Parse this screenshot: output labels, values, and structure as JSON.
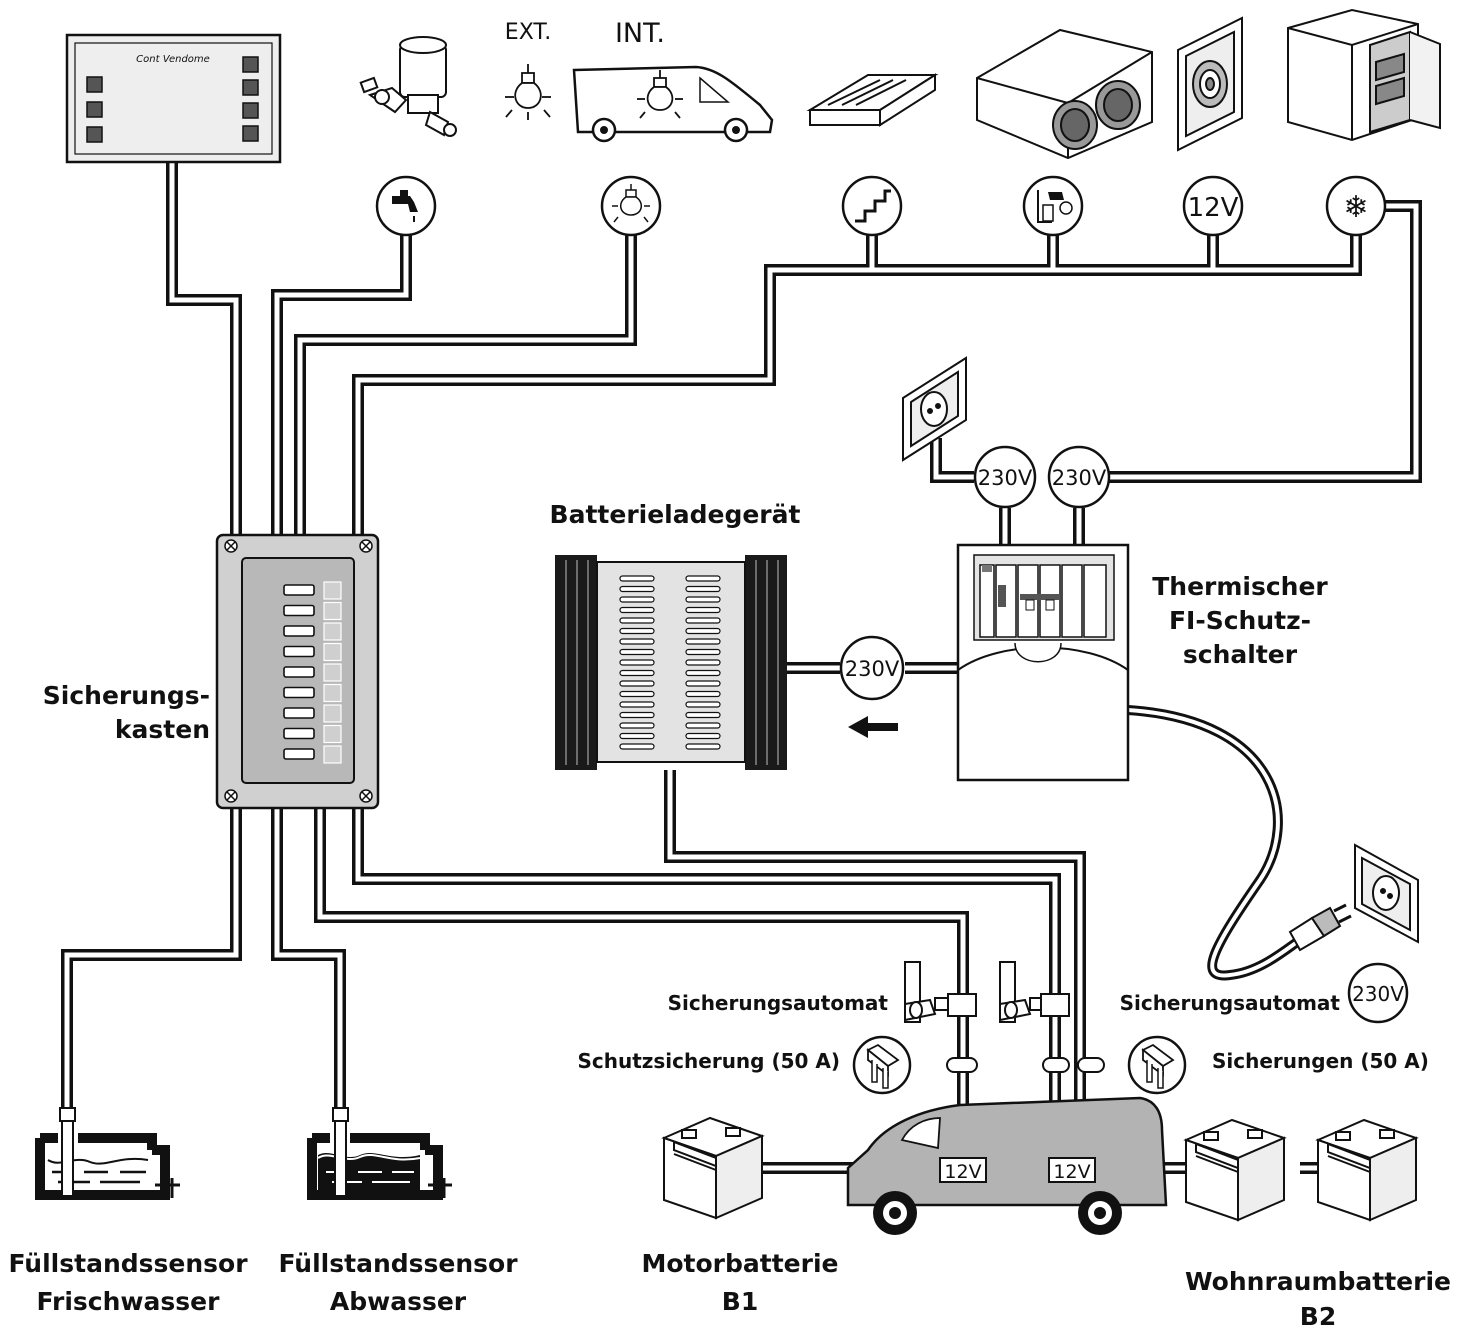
{
  "panel": {
    "brand": "Cont Vendome"
  },
  "lights": {
    "ext": "EXT.",
    "int": "INT."
  },
  "voltages": {
    "v12": "12V",
    "v230_socket": "230V",
    "v230_ac": "230V",
    "v230_charger": "230V",
    "v230_mains": "230V",
    "v12_motor": "12V",
    "v12_living": "12V"
  },
  "labels": {
    "fuse_box": [
      "Sicherungs-",
      "kasten"
    ],
    "charger": "Batterieladegerät",
    "rcd": [
      "Thermischer",
      "FI-Schutz-",
      "schalter"
    ],
    "breaker_left": "Sicherungsautomat",
    "breaker_right": "Sicherungsautomat",
    "fuse_left": "Schutzsicherung (50 A)",
    "fuse_right": "Sicherungen (50 A)",
    "sensor_fresh": [
      "Füllstandssensor",
      "Frischwasser"
    ],
    "sensor_waste": [
      "Füllstandssensor",
      "Abwasser"
    ],
    "battery_motor": [
      "Motorbatterie",
      "B1"
    ],
    "battery_living": [
      "Wohnraumbatterie",
      "B2"
    ]
  },
  "icons": [
    "water-pump-icon",
    "light-bulb-icon",
    "step-icon",
    "heater-icon",
    "12v-socket-icon",
    "fridge-icon",
    "plug-icon",
    "fuse-icon"
  ],
  "colors": {
    "line": "#111111",
    "device_fill": "#e6e6e6",
    "fuse_panel": "#cfcfcf",
    "charger_dark": "#1a1a1a"
  }
}
